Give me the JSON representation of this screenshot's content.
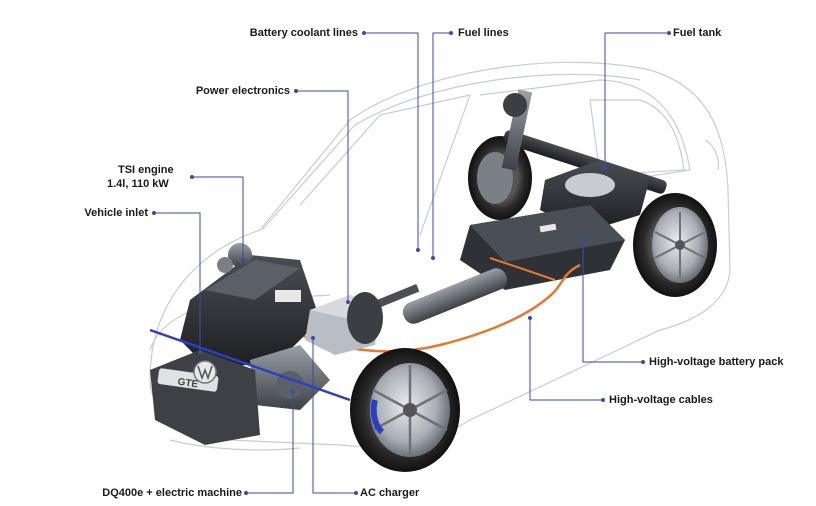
{
  "labels": {
    "battery_coolant_lines": "Battery coolant lines",
    "fuel_lines": "Fuel lines",
    "fuel_tank": "Fuel tank",
    "power_electronics": "Power electronics",
    "tsi_engine_line1": "TSI engine",
    "tsi_engine_line2": "1.4l, 110 kW",
    "vehicle_inlet": "Vehicle inlet",
    "hv_battery_pack": "High-voltage battery pack",
    "hv_cables": "High-voltage cables",
    "dq400e": "DQ400e + electric machine",
    "ac_charger": "AC charger"
  },
  "badge_text": "GTE",
  "colors": {
    "leader": "#3b4aa8",
    "hv_cable": "#e8772e",
    "body_outline": "#c9ccd1",
    "brake_caliper": "#2b3fc4"
  }
}
